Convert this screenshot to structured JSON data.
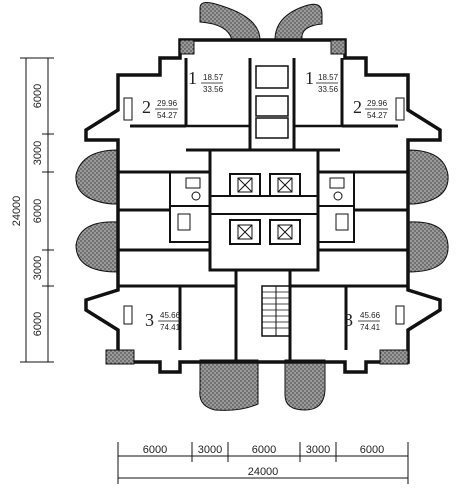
{
  "plan": {
    "bottom_dimensions": {
      "segments": [
        "6000",
        "3000",
        "6000",
        "3000",
        "6000"
      ],
      "total": "24000"
    },
    "left_dimensions": {
      "segments": [
        "6000",
        "3000",
        "6000",
        "3000",
        "6000"
      ],
      "total": "24000"
    },
    "units": [
      {
        "id": "1",
        "area_top": "18.57",
        "area_bottom": "33.56"
      },
      {
        "id": "1",
        "area_top": "18.57",
        "area_bottom": "33.56"
      },
      {
        "id": "2",
        "area_top": "29.96",
        "area_bottom": "54.27"
      },
      {
        "id": "2",
        "area_top": "29.96",
        "area_bottom": "54.27"
      },
      {
        "id": "3",
        "area_top": "45.66",
        "area_bottom": "74.41"
      },
      {
        "id": "3",
        "area_top": "45.66",
        "area_bottom": "74.41"
      }
    ]
  }
}
